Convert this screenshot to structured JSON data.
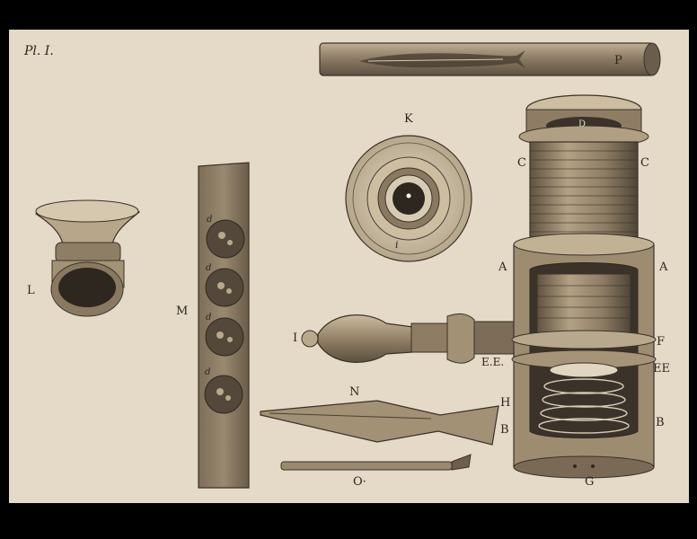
{
  "plate": {
    "title": "Pl. I."
  },
  "labels": {
    "P": "P",
    "K": "K",
    "C_left": "C",
    "C_right": "C",
    "D": "D",
    "L": "L",
    "M": "M",
    "A_left": "A",
    "A_right": "A",
    "I": "I",
    "F": "F",
    "EE_left": "E.E.",
    "EE_right": "EE",
    "H": "H",
    "N": "N",
    "B_left": "B",
    "B_right": "B",
    "O": "O·",
    "G": "G",
    "slide_d1": "d",
    "slide_d2": "d",
    "slide_d3": "d",
    "slide_d4": "d",
    "ring_i": "i"
  },
  "colors": {
    "paper": "#e4dac7",
    "ink": "#2b2520",
    "wood": "#8b7a66",
    "brass_dark": "#6e5e4b",
    "brass_light": "#c9b899"
  }
}
